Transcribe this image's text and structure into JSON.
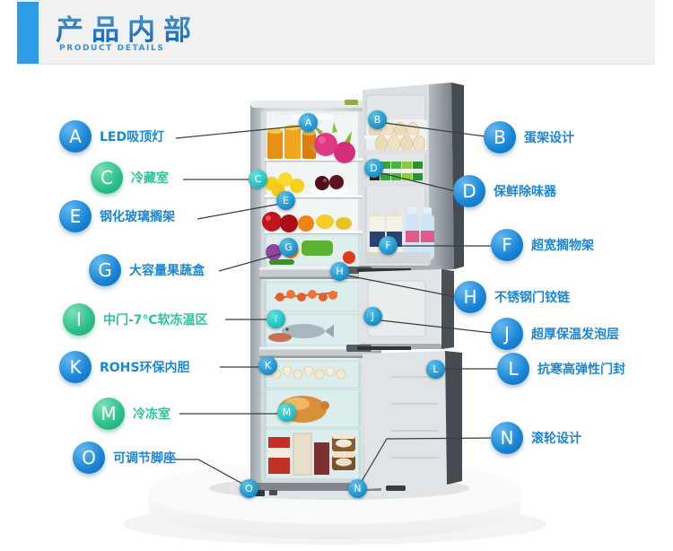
{
  "header": {
    "title": "产品内部",
    "subtitle": "PRODUCT DETAILS"
  },
  "colors": {
    "accent": "#2e9be6",
    "header-bg": "#f1f1f2",
    "callout-blue": "#1a86d6",
    "callout-blue-dark": "#0d68b8",
    "callout-green": "#2dbf8a",
    "callout-green-dark": "#17a874",
    "label-blue": "#1a86d6",
    "label-green": "#2cc39b",
    "marker-blue": "#2196cf",
    "marker-teal": "#26c2c4"
  },
  "callouts": {
    "left": [
      {
        "letter": "A",
        "label": "LED吸顶灯",
        "color": "blue"
      },
      {
        "letter": "C",
        "label": "冷藏室",
        "color": "green"
      },
      {
        "letter": "E",
        "label": "钢化玻璃搁架",
        "color": "blue"
      },
      {
        "letter": "G",
        "label": "大容量果蔬盒",
        "color": "blue"
      },
      {
        "letter": "I",
        "label": "中门-7℃软冻温区",
        "color": "green"
      },
      {
        "letter": "K",
        "label": "ROHS环保内胆",
        "color": "blue"
      },
      {
        "letter": "M",
        "label": "冷冻室",
        "color": "green"
      },
      {
        "letter": "O",
        "label": "可调节脚座",
        "color": "blue"
      }
    ],
    "right": [
      {
        "letter": "B",
        "label": "蛋架设计",
        "color": "blue"
      },
      {
        "letter": "D",
        "label": "保鲜除味器",
        "color": "blue"
      },
      {
        "letter": "F",
        "label": "超宽搁物架",
        "color": "blue"
      },
      {
        "letter": "H",
        "label": "不锈钢门铰链",
        "color": "blue"
      },
      {
        "letter": "J",
        "label": "超厚保温发泡层",
        "color": "blue"
      },
      {
        "letter": "L",
        "label": "抗寒高弹性门封",
        "color": "blue"
      },
      {
        "letter": "N",
        "label": "滚轮设计",
        "color": "blue"
      }
    ]
  },
  "marker_letters": [
    "A",
    "B",
    "C",
    "D",
    "E",
    "F",
    "G",
    "H",
    "I",
    "J",
    "K",
    "L",
    "M",
    "N",
    "O"
  ]
}
